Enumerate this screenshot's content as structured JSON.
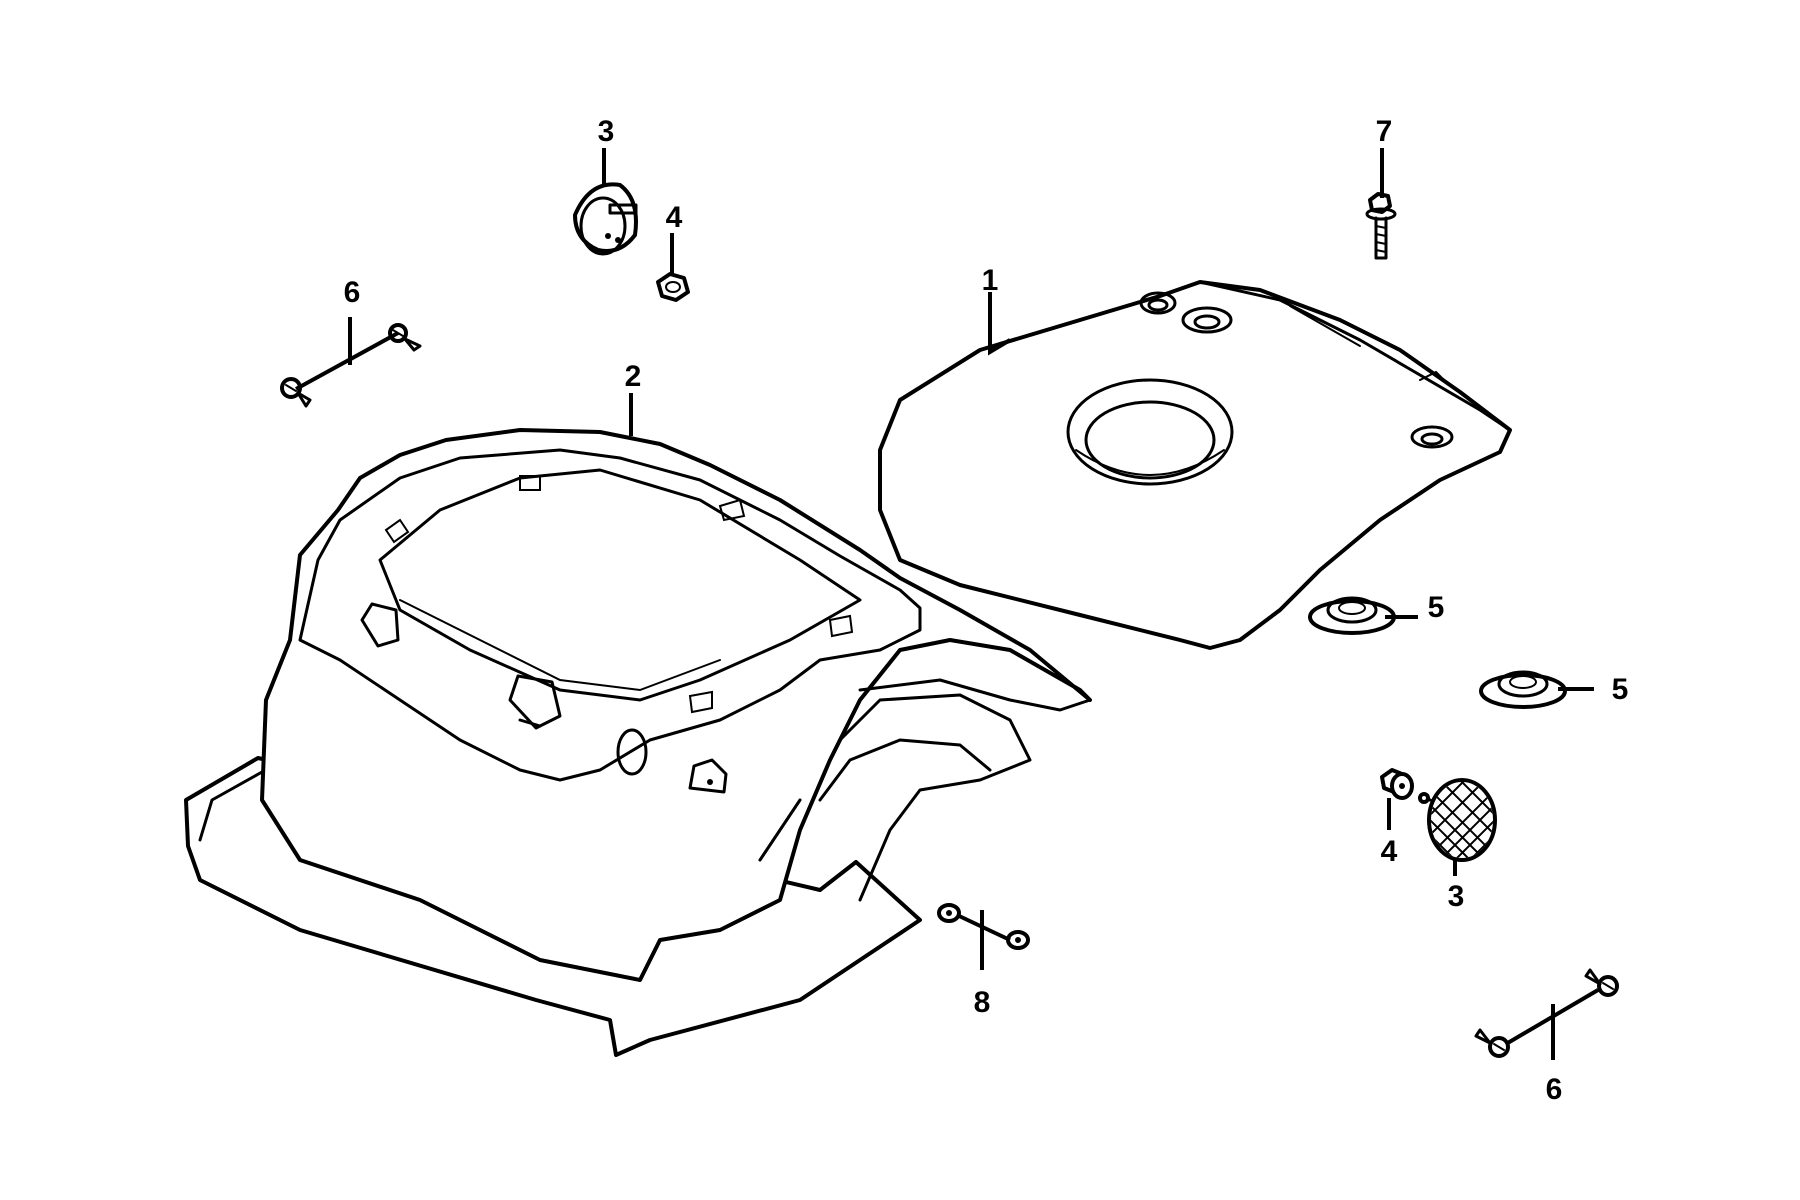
{
  "colors": {
    "line": "#000000",
    "background": "#ffffff"
  },
  "callouts": [
    {
      "id": "c1",
      "label": "1"
    },
    {
      "id": "c2",
      "label": "2"
    },
    {
      "id": "c3a",
      "label": "3"
    },
    {
      "id": "c3b",
      "label": "3"
    },
    {
      "id": "c4a",
      "label": "4"
    },
    {
      "id": "c4b",
      "label": "4"
    },
    {
      "id": "c5a",
      "label": "5"
    },
    {
      "id": "c5b",
      "label": "5"
    },
    {
      "id": "c6a",
      "label": "6"
    },
    {
      "id": "c6b",
      "label": "6"
    },
    {
      "id": "c7",
      "label": "7"
    },
    {
      "id": "c8",
      "label": "8"
    }
  ]
}
